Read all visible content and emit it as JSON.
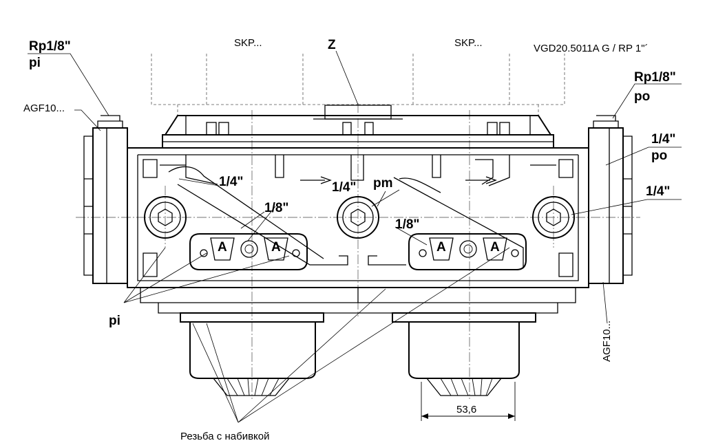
{
  "model": "VGD20.5011A   G / RP 1\"´",
  "actuator_left": "SKP...",
  "actuator_right": "SKP...",
  "center_label": "Z",
  "left_port": {
    "size": "Rp1/8\"",
    "name": "pi"
  },
  "right_port": {
    "size": "Rp1/8\"",
    "name": "po"
  },
  "agf_left": "AGF10...",
  "agf_right": "AGF10...",
  "right_side_quarter_top": "1/4\"",
  "right_side_po": "po",
  "right_side_quarter": "1/4\"",
  "left_quarter": "1/4\"",
  "left_eighth": "1/8\"",
  "center_quarter": "1/4\"",
  "pm": "pm",
  "center_eighth": "1/8\"",
  "port_a": "A",
  "pi_bottom": "pi",
  "dimension": "53,6",
  "thread_note": "Резьба с набивкой",
  "colors": {
    "line": "#000000",
    "background": "#ffffff"
  }
}
